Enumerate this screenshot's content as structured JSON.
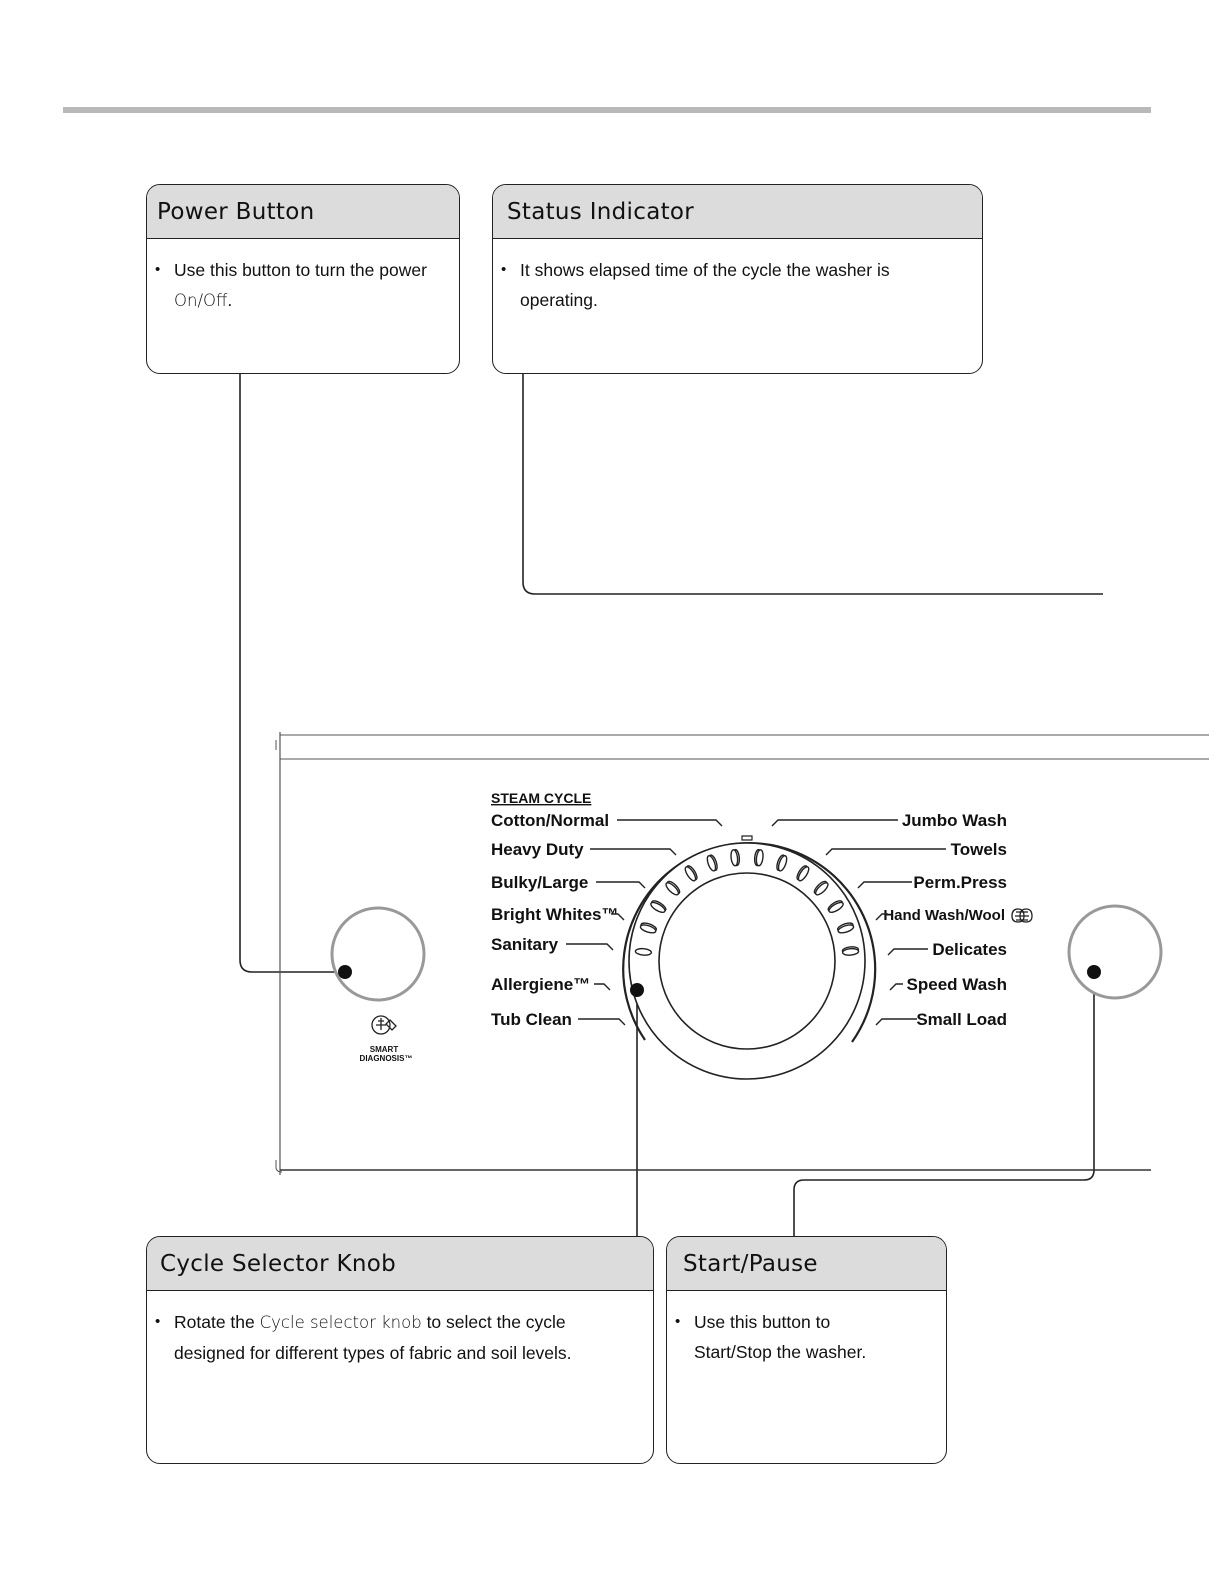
{
  "callouts": {
    "power": {
      "title": "Power Button",
      "body_prefix": "Use this button to turn the power ",
      "body_highlight": "On/Off",
      "body_suffix": "."
    },
    "status": {
      "title": "Status Indicator",
      "body": "It shows elapsed time of the cycle the washer is operating."
    },
    "cycle": {
      "title": "Cycle Selector Knob",
      "body_prefix": "Rotate the ",
      "body_highlight": "Cycle selector knob",
      "body_suffix": " to select the cycle designed for different types of fabric and soil levels."
    },
    "start": {
      "title": "Start/Pause",
      "body": "Use this button to Start/Stop the washer."
    }
  },
  "panel": {
    "steam_cycle_header": "STEAM CYCLE",
    "cycles_left": [
      "Cotton/Normal",
      "Heavy Duty",
      "Bulky/Large",
      "Bright Whites™",
      "Sanitary",
      "Allergiene™",
      "Tub Clean"
    ],
    "cycles_right": [
      "Jumbo Wash",
      "Towels",
      "Perm.Press",
      "Hand Wash/Wool",
      "Delicates",
      "Speed Wash",
      "Small Load"
    ],
    "smart_diagnosis": [
      "SMART",
      "DIAGNOSIS™"
    ],
    "icons": [
      "power-button-icon",
      "start-pause-button-icon",
      "smart-diagnosis-icon",
      "wool-mark-icon"
    ]
  }
}
